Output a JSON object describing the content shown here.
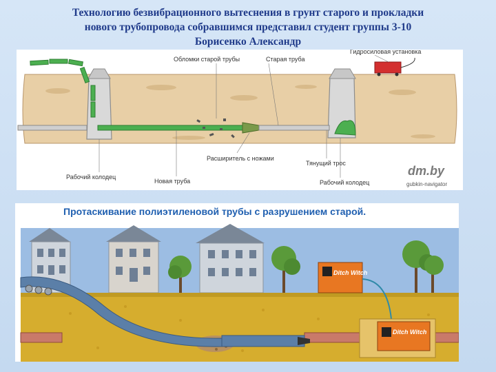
{
  "title": {
    "line1": "Технологию безвибрационного вытеснения в грунт старого и прокладки",
    "line2": "нового трубопровода собравшимся представил студент группы 3-10",
    "line3": "Борисенко Александр"
  },
  "diagram_top": {
    "labels": {
      "debris": "Обломки старой трубы",
      "old_pipe": "Старая труба",
      "hydraulic_unit": "Гидросиловая установка",
      "expander": "Расширитель с ножами",
      "pull_rope": "Тянущий трос",
      "work_pit_left": "Рабочий колодец",
      "new_pipe": "Новая труба",
      "work_pit_right": "Рабочий колодец"
    },
    "logo": "dm.by",
    "site": "gubkin-navigator"
  },
  "diagram_bottom": {
    "heading": "Протаскивание полиэтиленовой трубы с разрушением старой.",
    "brand_machine": "Ditch Witch",
    "brand_pit": "Ditch Witch"
  },
  "colors": {
    "title": "#1f3a8a",
    "soil": "#e8cfa6",
    "new_pipe": "#4caf50",
    "machine": "#e87722",
    "sky": "#8fb4de",
    "ground": "#d6ad2e"
  }
}
